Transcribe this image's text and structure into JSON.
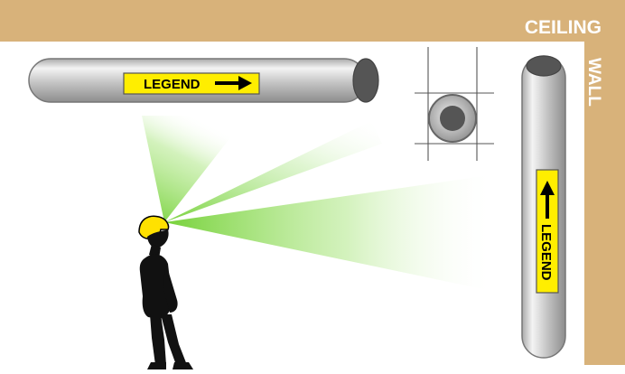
{
  "labels": {
    "ceiling": "CEILING",
    "wall": "WALL",
    "horizontal_pipe_legend": "LEGEND",
    "vertical_pipe_legend": "LEGEND"
  },
  "colors": {
    "ceiling_wall": "#d8b27a",
    "legend_band": "#ffee00",
    "pipe": "#b8b8b8",
    "pipe_end": "#555555",
    "sightline": "#7ccf3a",
    "hard_hat": "#ffe100",
    "person": "#111111"
  },
  "icons": {
    "person": "worker-looking-up-icon",
    "arrow_horizontal": "arrow-right-icon",
    "arrow_vertical": "arrow-up-icon"
  }
}
